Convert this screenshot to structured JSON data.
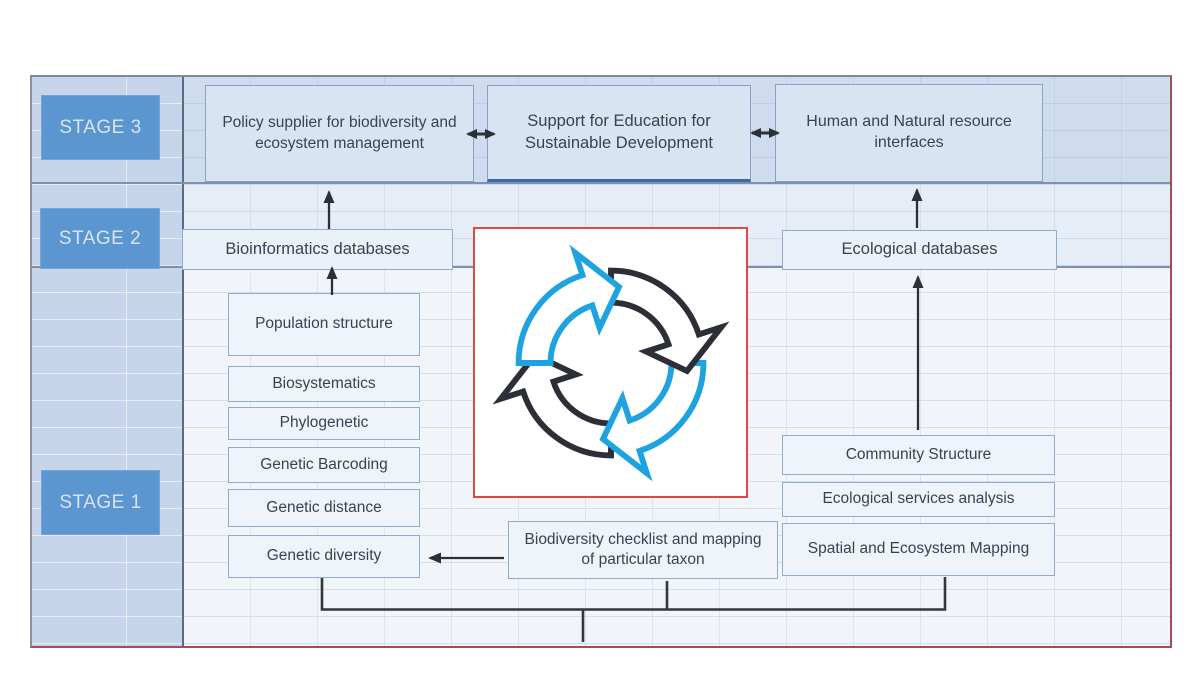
{
  "stages": [
    "STAGE 3",
    "STAGE 2",
    "STAGE 1"
  ],
  "stage3_boxes": [
    "Policy supplier for biodiversity and ecosystem management",
    "Support for Education for Sustainable Development",
    "Human and Natural resource interfaces"
  ],
  "stage2_boxes": [
    "Bioinformatics databases",
    "Ecological databases"
  ],
  "stage1_left_boxes": [
    "Population structure",
    "Biosystematics",
    "Phylogenetic",
    "Genetic Barcoding",
    "Genetic distance",
    "Genetic diversity"
  ],
  "stage1_right_boxes": [
    "Community Structure",
    "Ecological services analysis",
    "Spatial and Ecosystem Mapping"
  ],
  "stage1_bottom_box": "Biodiversity checklist and mapping of particular taxon",
  "icons": {
    "double_arrow": "↔",
    "cycle": "circular-cycle-arrows"
  },
  "colors": {
    "stage_label_bg": "#5b96d1",
    "stage_label_text": "#d6e4f3",
    "frame_border_red": "#a84a5a",
    "cycle_blue": "#1fa3e0",
    "cycle_dark": "#2d2f38",
    "connector_dark": "#2b3037",
    "band_stage3": "#cfdcee",
    "band_stage2": "#e6edf6",
    "band_stage1": "#f1f5fa"
  }
}
